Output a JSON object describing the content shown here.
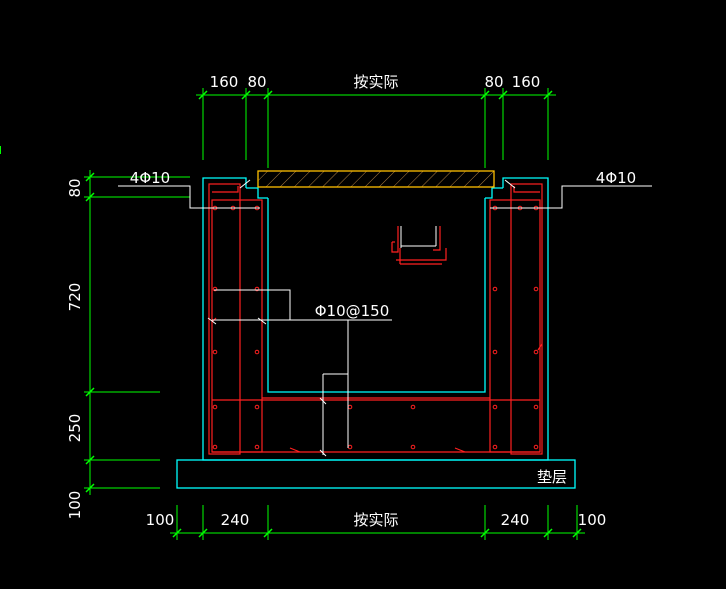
{
  "colors": {
    "background": "#000000",
    "dimension": "#00ff00",
    "structure": "#00ffff",
    "rebar": "#ff2020",
    "label": "#ffffff",
    "cover": "#ffc000"
  },
  "dimensions": {
    "top": [
      "160",
      "80",
      "按实际",
      "80",
      "160"
    ],
    "bottom": [
      "100",
      "240",
      "按实际",
      "240",
      "100"
    ],
    "left": [
      "80",
      "720",
      "250",
      "100"
    ]
  },
  "labels": {
    "rebar_left_top": "4Φ10",
    "rebar_right_top": "4Φ10",
    "stirrup": "Φ10@150",
    "cushion": "垫层"
  }
}
